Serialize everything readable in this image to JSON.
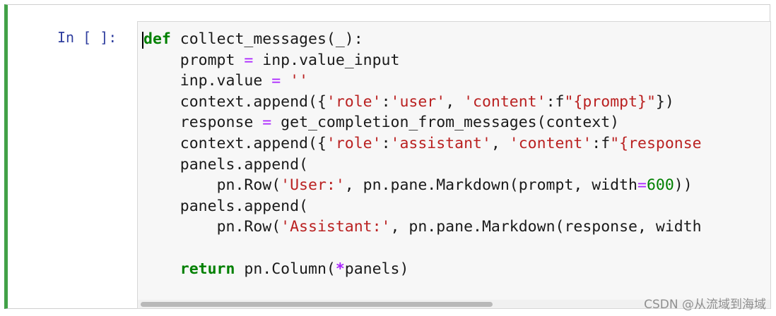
{
  "cell": {
    "prompt_label": "In [ ]:"
  },
  "code": {
    "l1": {
      "kw": "def",
      "rest": " collect_messages(_):"
    },
    "l2": {
      "indent": "    ",
      "a": "prompt ",
      "eq": "=",
      "b": " inp.value_input"
    },
    "l3": {
      "indent": "    ",
      "a": "inp.value ",
      "eq": "=",
      "sp": " ",
      "s": "''"
    },
    "l4": {
      "indent": "    ",
      "a": "context.append({",
      "s1": "'role'",
      "c1": ":",
      "s2": "'user'",
      "c2": ", ",
      "s3": "'content'",
      "c3": ":f",
      "s4": "\"{prompt}\"",
      "e": "})"
    },
    "l5": {
      "indent": "    ",
      "a": "response ",
      "eq": "=",
      "b": " get_completion_from_messages(context)"
    },
    "l6": {
      "indent": "    ",
      "a": "context.append({",
      "s1": "'role'",
      "c1": ":",
      "s2": "'assistant'",
      "c2": ", ",
      "s3": "'content'",
      "c3": ":f",
      "s4": "\"{response"
    },
    "l7": {
      "indent": "    ",
      "a": "panels.append("
    },
    "l8": {
      "indent": "        ",
      "a": "pn.Row(",
      "s1": "'User:'",
      "b": ", pn.pane.Markdown(prompt, width",
      "eq": "=",
      "n": "600",
      "e": "))"
    },
    "l9": {
      "indent": "    ",
      "a": "panels.append("
    },
    "l10": {
      "indent": "        ",
      "a": "pn.Row(",
      "s1": "'Assistant:'",
      "b": ", pn.pane.Markdown(response, width"
    },
    "l11": {
      "text": ""
    },
    "l12": {
      "indent": "    ",
      "kw": "return",
      "b": " pn.Column(",
      "op": "*",
      "c": "panels)"
    }
  },
  "scrollbar": {
    "position_fraction": 0.0,
    "visible_fraction": 0.56
  },
  "watermark": "CSDN @从流域到海域",
  "colors": {
    "cell_border_active": "#42a148",
    "prompt": "#303f9f",
    "keyword": "#008000",
    "operator": "#aa22ff",
    "string": "#ba2121",
    "number": "#008000",
    "editor_bg": "#f7f7f7"
  }
}
